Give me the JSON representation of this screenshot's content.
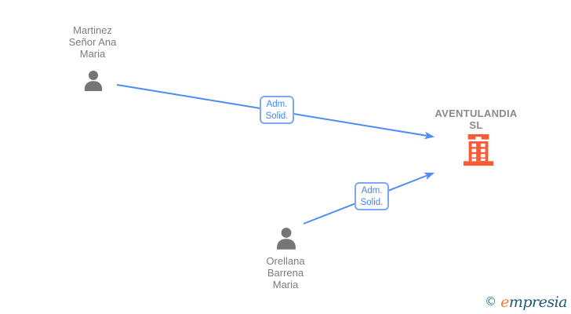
{
  "colors": {
    "edge": "#4e8bf5",
    "edge_label_text": "#4285f4",
    "edge_label_border": "#7fa7f3",
    "person_icon": "#757575",
    "person_name_text": "#7d7d7d",
    "company_name_text": "#8a8a8a",
    "building": "#fa5b35",
    "logo_copyright": "#2e7b8e",
    "logo_initial": "#ee7e38",
    "logo_text": "#1c5a72"
  },
  "nodes": {
    "person1": {
      "type": "person",
      "line1": "Martinez",
      "line2": "Señor Ana",
      "line3": "Maria"
    },
    "person2": {
      "type": "person",
      "line1": "Orellana",
      "line2": "Barrena",
      "line3": "Maria"
    },
    "company": {
      "type": "company",
      "line1": "AVENTULANDIA",
      "line2": "SL"
    }
  },
  "edges": {
    "edge1": {
      "from": "Martinez Señor Ana Maria",
      "to": "AVENTULANDIA SL",
      "label_line1": "Adm.",
      "label_line2": "Solid."
    },
    "edge2": {
      "from": "Orellana Barrena Maria",
      "to": "AVENTULANDIA SL",
      "label_line1": "Adm.",
      "label_line2": "Solid."
    }
  },
  "watermark": {
    "copyright_symbol": "©",
    "brand_initial": "e",
    "brand_rest": "mpresia"
  }
}
